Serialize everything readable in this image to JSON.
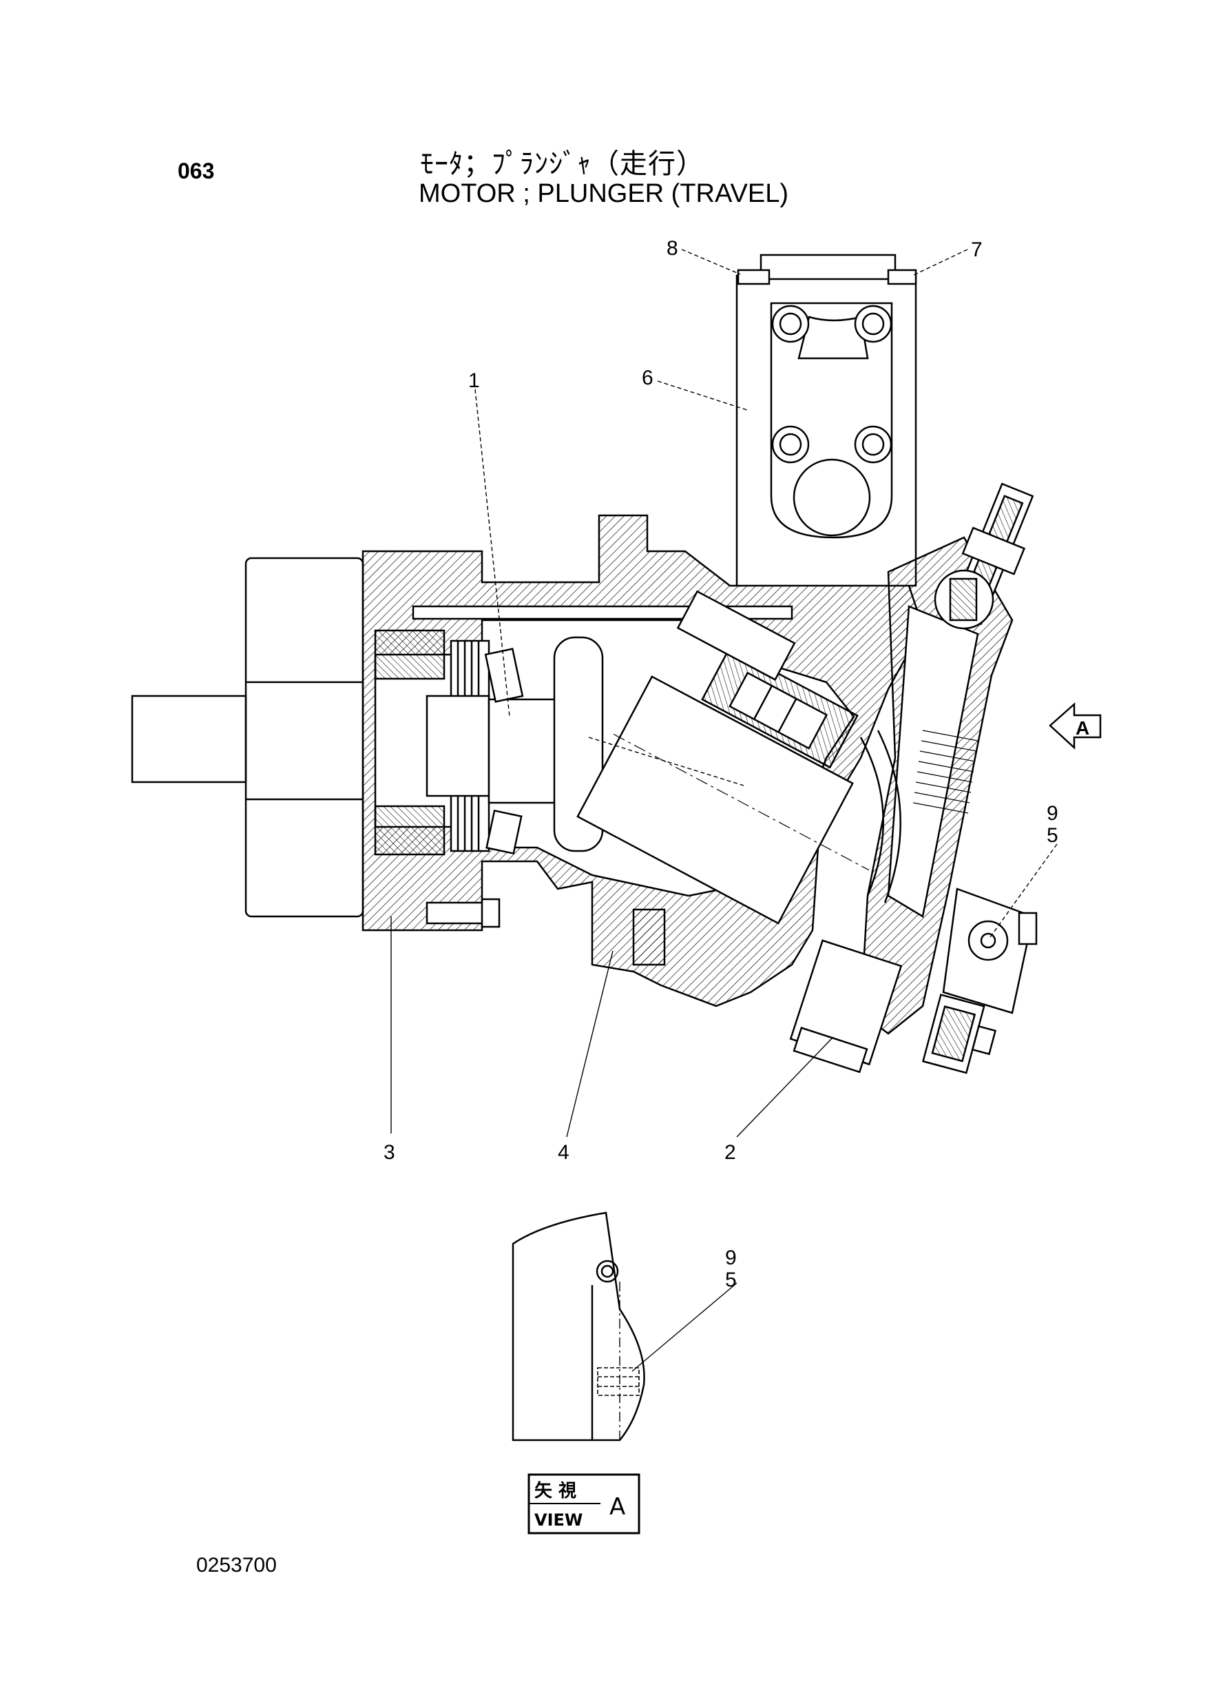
{
  "page": {
    "number": "063",
    "title_jp": "ﾓｰﾀ；ﾌﾟﾗﾝｼﾞｬ（走行）",
    "title_en": "MOTOR ; PLUNGER (TRAVEL)",
    "drawing_number": "0253700"
  },
  "callouts": {
    "c1": "1",
    "c2": "2",
    "c3": "3",
    "c4": "4",
    "c5": "5",
    "c6": "6",
    "c7": "7",
    "c8": "8",
    "c9": "9"
  },
  "arrow_view": {
    "label": "A"
  },
  "detail_view": {
    "c9": "9",
    "c5": "5",
    "label_jp": "矢 視",
    "label_en": "VIEW",
    "label_letter": "A"
  }
}
